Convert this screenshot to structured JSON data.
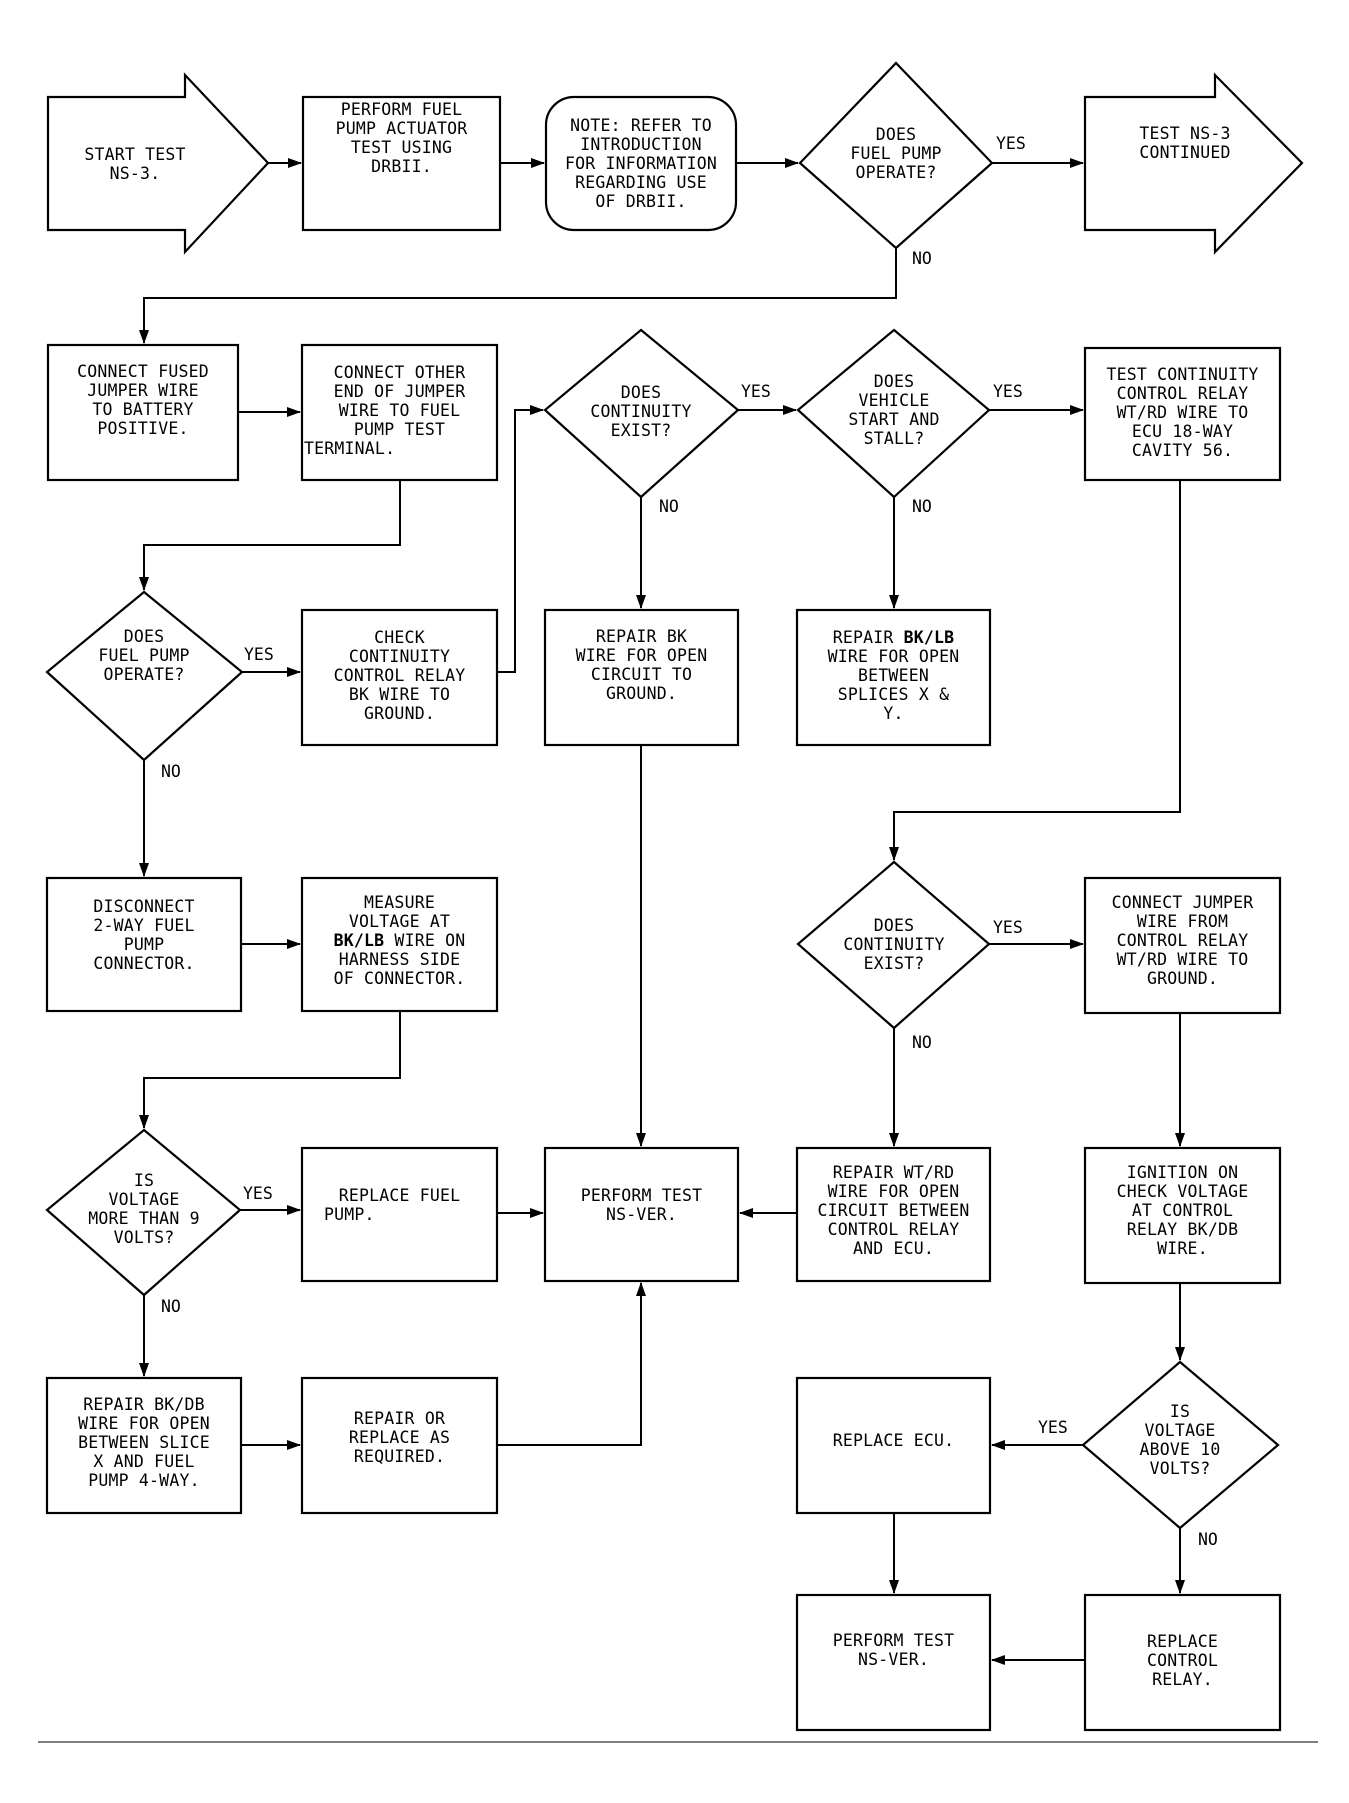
{
  "yes": "YES",
  "no": "NO",
  "start": {
    "l1": "START TEST",
    "l2": "NS-3."
  },
  "actuator": {
    "l1": "PERFORM FUEL",
    "l2": "PUMP ACTUATOR",
    "l3": "TEST USING",
    "l4": "DRBII."
  },
  "note": {
    "l1": "NOTE: REFER TO",
    "l2": "INTRODUCTION",
    "l3": "FOR INFORMATION",
    "l4": "REGARDING USE",
    "l5": "OF DRBII."
  },
  "dec_pump1": {
    "l1": "DOES",
    "l2": "FUEL PUMP",
    "l3": "OPERATE?"
  },
  "continued": {
    "l1": "TEST NS-3",
    "l2": "CONTINUED"
  },
  "jumper_batt": {
    "l1": "CONNECT FUSED",
    "l2": "JUMPER WIRE",
    "l3": "TO BATTERY",
    "l4": "POSITIVE."
  },
  "jumper_other": {
    "l1": "CONNECT OTHER",
    "l2": "END OF JUMPER",
    "l3": "WIRE TO FUEL",
    "l4": "PUMP TEST",
    "l5": "TERMINAL."
  },
  "dec_cont1": {
    "l1": "DOES",
    "l2": "CONTINUITY",
    "l3": "EXIST?"
  },
  "dec_vehicle": {
    "l1": "DOES",
    "l2": "VEHICLE",
    "l3": "START AND",
    "l4": "STALL?"
  },
  "test_cont": {
    "l1": "TEST CONTINUITY",
    "l2": "CONTROL RELAY",
    "l3": "WT/RD WIRE TO",
    "l4": "ECU 18-WAY",
    "l5": "CAVITY 56."
  },
  "dec_pump2": {
    "l1": "DOES",
    "l2": "FUEL PUMP",
    "l3": "OPERATE?"
  },
  "check_cont": {
    "l1": "CHECK",
    "l2": "CONTINUITY",
    "l3": "CONTROL RELAY",
    "l4": "BK WIRE TO",
    "l5": "GROUND."
  },
  "repair_bk": {
    "l1": "REPAIR BK",
    "l2": "WIRE FOR OPEN",
    "l3": "CIRCUIT TO",
    "l4": "GROUND."
  },
  "repair_bklb": {
    "l1a": "REPAIR ",
    "l1b": "BK/LB",
    "l2": "WIRE FOR OPEN",
    "l3": "BETWEEN",
    "l4": "SPLICES X &",
    "l5": "Y."
  },
  "disconnect": {
    "l1": "DISCONNECT",
    "l2": "2-WAY FUEL",
    "l3": "PUMP",
    "l4": "CONNECTOR."
  },
  "measure": {
    "l1": "MEASURE",
    "l2": "VOLTAGE AT",
    "l3a": "BK/LB",
    "l3b": " WIRE ON",
    "l4": "HARNESS SIDE",
    "l5": "OF CONNECTOR."
  },
  "dec_cont2": {
    "l1": "DOES",
    "l2": "CONTINUITY",
    "l3": "EXIST?"
  },
  "connect_jumper": {
    "l1": "CONNECT JUMPER",
    "l2": "WIRE FROM",
    "l3": "CONTROL RELAY",
    "l4": "WT/RD WIRE TO",
    "l5": "GROUND."
  },
  "dec_volt9": {
    "l1": "IS",
    "l2": "VOLTAGE",
    "l3": "MORE THAN 9",
    "l4": "VOLTS?"
  },
  "replace_pump": {
    "l1": "REPLACE FUEL",
    "l2": "PUMP."
  },
  "perform_ver1": {
    "l1": "PERFORM TEST",
    "l2": "NS-VER."
  },
  "repair_wtrd": {
    "l1": "REPAIR WT/RD",
    "l2": "WIRE FOR OPEN",
    "l3": "CIRCUIT BETWEEN",
    "l4": "CONTROL RELAY",
    "l5": "AND ECU."
  },
  "ignition": {
    "l1": "IGNITION ON",
    "l2": "CHECK VOLTAGE",
    "l3": "AT CONTROL",
    "l4": "RELAY BK/DB",
    "l5": "WIRE."
  },
  "repair_bkdb": {
    "l1": "REPAIR BK/DB",
    "l2": "WIRE FOR OPEN",
    "l3": "BETWEEN SLICE",
    "l4": "X AND FUEL",
    "l5": "PUMP 4-WAY."
  },
  "repair_replace": {
    "l1": "REPAIR OR",
    "l2": "REPLACE AS",
    "l3": "REQUIRED."
  },
  "replace_ecu": {
    "l1": "REPLACE ECU."
  },
  "dec_volt10": {
    "l1": "IS",
    "l2": "VOLTAGE",
    "l3": "ABOVE 10",
    "l4": "VOLTS?"
  },
  "perform_ver2": {
    "l1": "PERFORM TEST",
    "l2": "NS-VER."
  },
  "replace_relay": {
    "l1": "REPLACE",
    "l2": "CONTROL",
    "l3": "RELAY."
  }
}
